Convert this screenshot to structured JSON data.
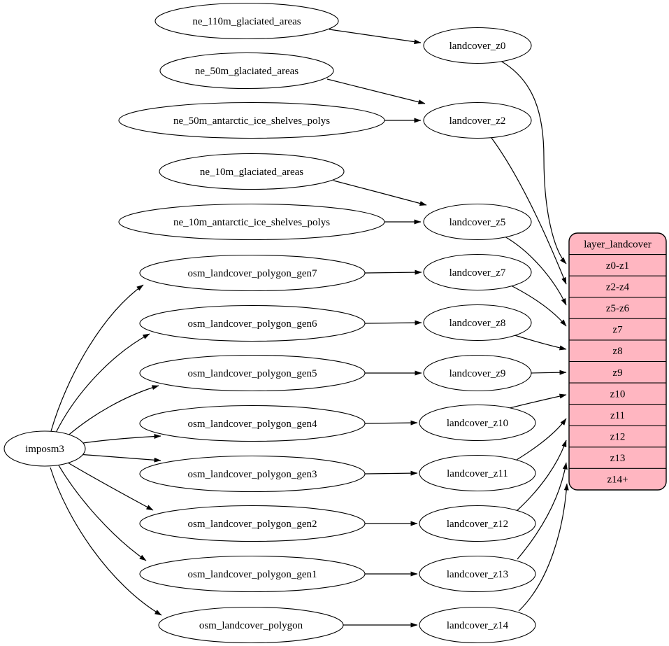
{
  "diagram": {
    "kind": "dependency-graph",
    "background_color": "#ffffff",
    "node_fill": "#ffffff",
    "node_stroke": "#000000",
    "edge_color": "#000000",
    "table_fill": "#ffb6c1"
  },
  "nodes": {
    "imposm3": {
      "label": "imposm3"
    },
    "ne_110m_glaciated_areas": {
      "label": "ne_110m_glaciated_areas"
    },
    "ne_50m_glaciated_areas": {
      "label": "ne_50m_glaciated_areas"
    },
    "ne_50m_antarctic_ice_shelves_polys": {
      "label": "ne_50m_antarctic_ice_shelves_polys"
    },
    "ne_10m_glaciated_areas": {
      "label": "ne_10m_glaciated_areas"
    },
    "ne_10m_antarctic_ice_shelves_polys": {
      "label": "ne_10m_antarctic_ice_shelves_polys"
    },
    "osm_landcover_polygon_gen7": {
      "label": "osm_landcover_polygon_gen7"
    },
    "osm_landcover_polygon_gen6": {
      "label": "osm_landcover_polygon_gen6"
    },
    "osm_landcover_polygon_gen5": {
      "label": "osm_landcover_polygon_gen5"
    },
    "osm_landcover_polygon_gen4": {
      "label": "osm_landcover_polygon_gen4"
    },
    "osm_landcover_polygon_gen3": {
      "label": "osm_landcover_polygon_gen3"
    },
    "osm_landcover_polygon_gen2": {
      "label": "osm_landcover_polygon_gen2"
    },
    "osm_landcover_polygon_gen1": {
      "label": "osm_landcover_polygon_gen1"
    },
    "osm_landcover_polygon": {
      "label": "osm_landcover_polygon"
    },
    "landcover_z0": {
      "label": "landcover_z0"
    },
    "landcover_z2": {
      "label": "landcover_z2"
    },
    "landcover_z5": {
      "label": "landcover_z5"
    },
    "landcover_z7": {
      "label": "landcover_z7"
    },
    "landcover_z8": {
      "label": "landcover_z8"
    },
    "landcover_z9": {
      "label": "landcover_z9"
    },
    "landcover_z10": {
      "label": "landcover_z10"
    },
    "landcover_z11": {
      "label": "landcover_z11"
    },
    "landcover_z12": {
      "label": "landcover_z12"
    },
    "landcover_z13": {
      "label": "landcover_z13"
    },
    "landcover_z14": {
      "label": "landcover_z14"
    }
  },
  "table": {
    "title": "layer_landcover",
    "rows": [
      "z0-z1",
      "z2-z4",
      "z5-z6",
      "z7",
      "z8",
      "z9",
      "z10",
      "z11",
      "z12",
      "z13",
      "z14+"
    ]
  },
  "edges": [
    {
      "from": "ne_110m_glaciated_areas",
      "to": "landcover_z0"
    },
    {
      "from": "ne_50m_glaciated_areas",
      "to": "landcover_z2"
    },
    {
      "from": "ne_50m_antarctic_ice_shelves_polys",
      "to": "landcover_z2"
    },
    {
      "from": "ne_10m_glaciated_areas",
      "to": "landcover_z5"
    },
    {
      "from": "ne_10m_antarctic_ice_shelves_polys",
      "to": "landcover_z5"
    },
    {
      "from": "imposm3",
      "to": "osm_landcover_polygon_gen7"
    },
    {
      "from": "imposm3",
      "to": "osm_landcover_polygon_gen6"
    },
    {
      "from": "imposm3",
      "to": "osm_landcover_polygon_gen5"
    },
    {
      "from": "imposm3",
      "to": "osm_landcover_polygon_gen4"
    },
    {
      "from": "imposm3",
      "to": "osm_landcover_polygon_gen3"
    },
    {
      "from": "imposm3",
      "to": "osm_landcover_polygon_gen2"
    },
    {
      "from": "imposm3",
      "to": "osm_landcover_polygon_gen1"
    },
    {
      "from": "imposm3",
      "to": "osm_landcover_polygon"
    },
    {
      "from": "osm_landcover_polygon_gen7",
      "to": "landcover_z7"
    },
    {
      "from": "osm_landcover_polygon_gen6",
      "to": "landcover_z8"
    },
    {
      "from": "osm_landcover_polygon_gen5",
      "to": "landcover_z9"
    },
    {
      "from": "osm_landcover_polygon_gen4",
      "to": "landcover_z10"
    },
    {
      "from": "osm_landcover_polygon_gen3",
      "to": "landcover_z11"
    },
    {
      "from": "osm_landcover_polygon_gen2",
      "to": "landcover_z12"
    },
    {
      "from": "osm_landcover_polygon_gen1",
      "to": "landcover_z13"
    },
    {
      "from": "osm_landcover_polygon",
      "to": "landcover_z14"
    },
    {
      "from": "landcover_z0",
      "to": "layer_landcover.z0-z1"
    },
    {
      "from": "landcover_z2",
      "to": "layer_landcover.z2-z4"
    },
    {
      "from": "landcover_z5",
      "to": "layer_landcover.z5-z6"
    },
    {
      "from": "landcover_z7",
      "to": "layer_landcover.z7"
    },
    {
      "from": "landcover_z8",
      "to": "layer_landcover.z8"
    },
    {
      "from": "landcover_z9",
      "to": "layer_landcover.z9"
    },
    {
      "from": "landcover_z10",
      "to": "layer_landcover.z10"
    },
    {
      "from": "landcover_z11",
      "to": "layer_landcover.z11"
    },
    {
      "from": "landcover_z12",
      "to": "layer_landcover.z12"
    },
    {
      "from": "landcover_z13",
      "to": "layer_landcover.z13"
    },
    {
      "from": "landcover_z14",
      "to": "layer_landcover.z14+"
    }
  ]
}
